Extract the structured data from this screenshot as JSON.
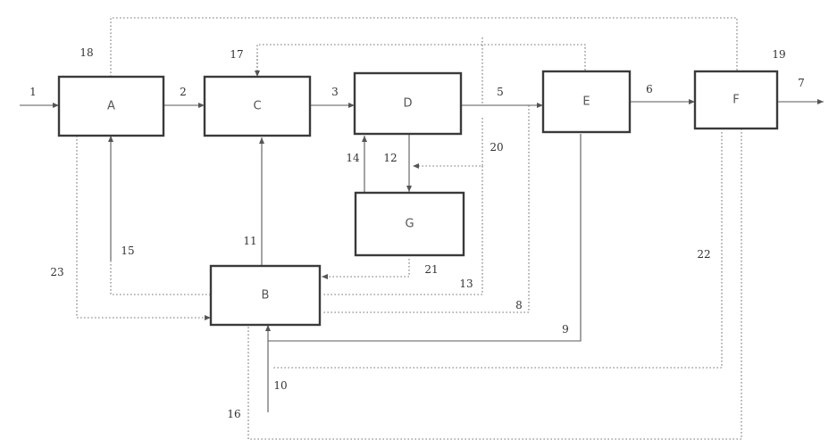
{
  "blocks": {
    "A": "A",
    "B": "B",
    "C": "C",
    "D": "D",
    "E": "E",
    "F": "F",
    "G": "G"
  },
  "streams": {
    "s1": "1",
    "s2": "2",
    "s3": "3",
    "s5": "5",
    "s6": "6",
    "s7": "7",
    "s8": "8",
    "s9": "9",
    "s10": "10",
    "s11": "11",
    "s12": "12",
    "s13": "13",
    "s14": "14",
    "s15": "15",
    "s16": "16",
    "s17": "17",
    "s18": "18",
    "s19": "19",
    "s20": "20",
    "s21": "21",
    "s22": "22",
    "s23": "23"
  }
}
